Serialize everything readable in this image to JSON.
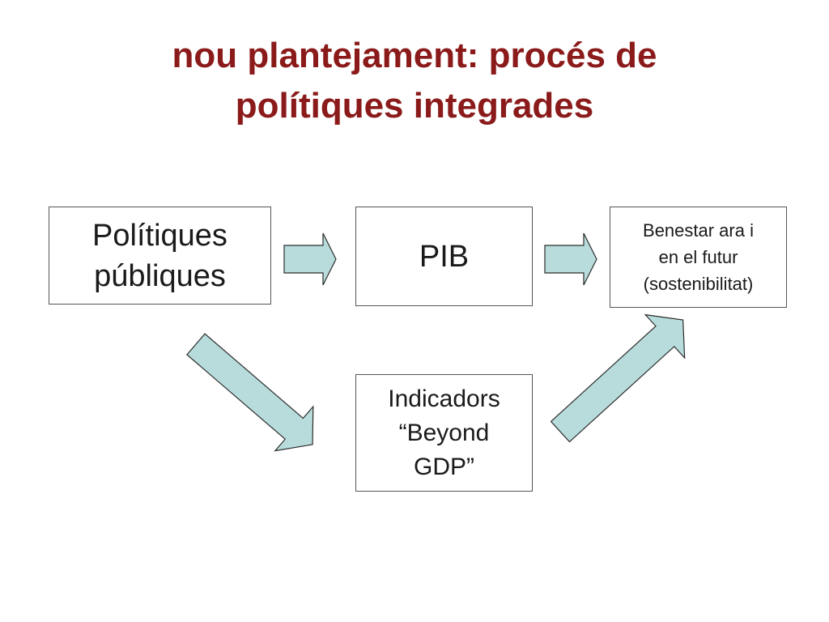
{
  "title": {
    "line1": "nou plantejament: procés de",
    "line2": "polítiques integrades"
  },
  "nodes": {
    "politiques": {
      "line1": "Polítiques",
      "line2": "públiques"
    },
    "pib": {
      "line1": "PIB"
    },
    "benestar": {
      "line1": "Benestar ara i",
      "line2": "en el futur",
      "line3": "(sostenibilitat)"
    },
    "indicadors": {
      "line1": "Indicadors",
      "line2": "“Beyond",
      "line3": "GDP”"
    }
  },
  "colors": {
    "title": "#8b1a1a",
    "arrow_fill": "#b8dcdc",
    "box_border": "#555555"
  }
}
